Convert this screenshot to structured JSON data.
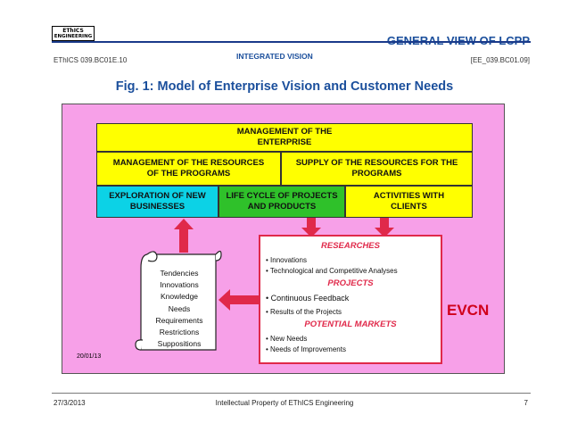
{
  "header": {
    "logo_line1": "EThICS",
    "logo_line2": "ENGINEERING",
    "title": "GENERAL VIEW OF LCPP",
    "subtitle": "INTEGRATED VISION",
    "left_code": "EThICS 039.BC01E.10",
    "right_code": "[EE_039.BC01.09]"
  },
  "figure": {
    "title": "Fig. 1: Model of Enterprise Vision and Customer Needs"
  },
  "boxes": {
    "management": "MANAGEMENT OF THE ENTERPRISE",
    "resources_mgmt": "MANAGEMENT OF THE RESOURCES OF THE PROGRAMS",
    "supply": "SUPPLY OF THE RESOURCES FOR THE PROGRAMS",
    "exploration": "EXPLORATION OF NEW BUSINESSES",
    "lifecycle": "LIFE CYCLE OF PROJECTS AND PRODUCTS",
    "activities": "ACTIVITIES WITH CLIENTS"
  },
  "notes": {
    "researches_title": "RESEARCHES",
    "researches_items": [
      "• Innovations",
      "• Technological and Competitive Analyses"
    ],
    "projects_title": "PROJECTS",
    "projects_items": [
      "• Continuous Feedback",
      "• Results of the Projects"
    ],
    "markets_title": "POTENTIAL MARKETS",
    "markets_items": [
      "• New Needs",
      "• Needs of Improvements"
    ]
  },
  "scroll_items": [
    "Tendencies",
    "Innovations",
    "Knowledge",
    "Needs",
    "Requirements",
    "Restrictions",
    "Suppositions"
  ],
  "evcn_label": "EVCN",
  "panel_date": "20/01/13",
  "footer": {
    "date": "27/3/2013",
    "center": "Intellectual Property of EThICS Engineering",
    "page": "7"
  },
  "colors": {
    "panel": "#f7a0e8",
    "yellow": "#ffff00",
    "cyan": "#0cd2e6",
    "green": "#2fc12a",
    "accent_red": "#e0294a",
    "title_blue": "#1b4f9c"
  }
}
